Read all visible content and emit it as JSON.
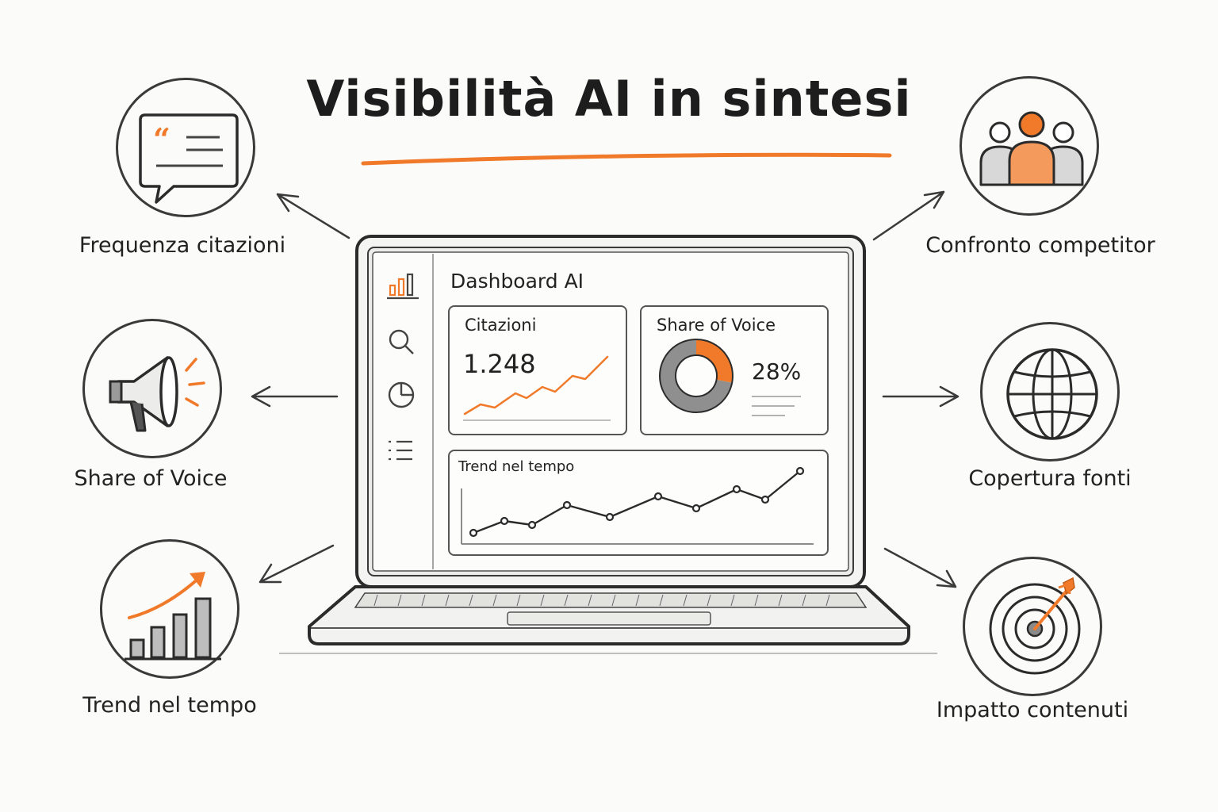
{
  "title": "Visibilità AI in sintesi",
  "colors": {
    "accent": "#f07a2a",
    "ink": "#2b2b2b",
    "paper": "#fbfbfa"
  },
  "features": [
    {
      "label": "Frequenza citazioni",
      "icon": "quote-speech-bubble-icon"
    },
    {
      "label": "Share of Voice",
      "icon": "megaphone-icon"
    },
    {
      "label": "Trend nel tempo",
      "icon": "growth-bars-arrow-icon"
    },
    {
      "label": "Confronto competitor",
      "icon": "people-group-icon"
    },
    {
      "label": "Copertura fonti",
      "icon": "globe-icon"
    },
    {
      "label": "Impatto contenuti",
      "icon": "target-arrow-icon"
    }
  ],
  "dashboard": {
    "title": "Dashboard AI",
    "sidebar_icons": [
      "bar-chart-icon",
      "search-icon",
      "pie-chart-icon",
      "list-icon"
    ],
    "citations_card": {
      "label": "Citazioni",
      "value": "1.248"
    },
    "sov_card": {
      "label": "Share of Voice",
      "value": "28%",
      "share": 0.28
    },
    "trend_card": {
      "label": "Trend nel tempo"
    }
  }
}
